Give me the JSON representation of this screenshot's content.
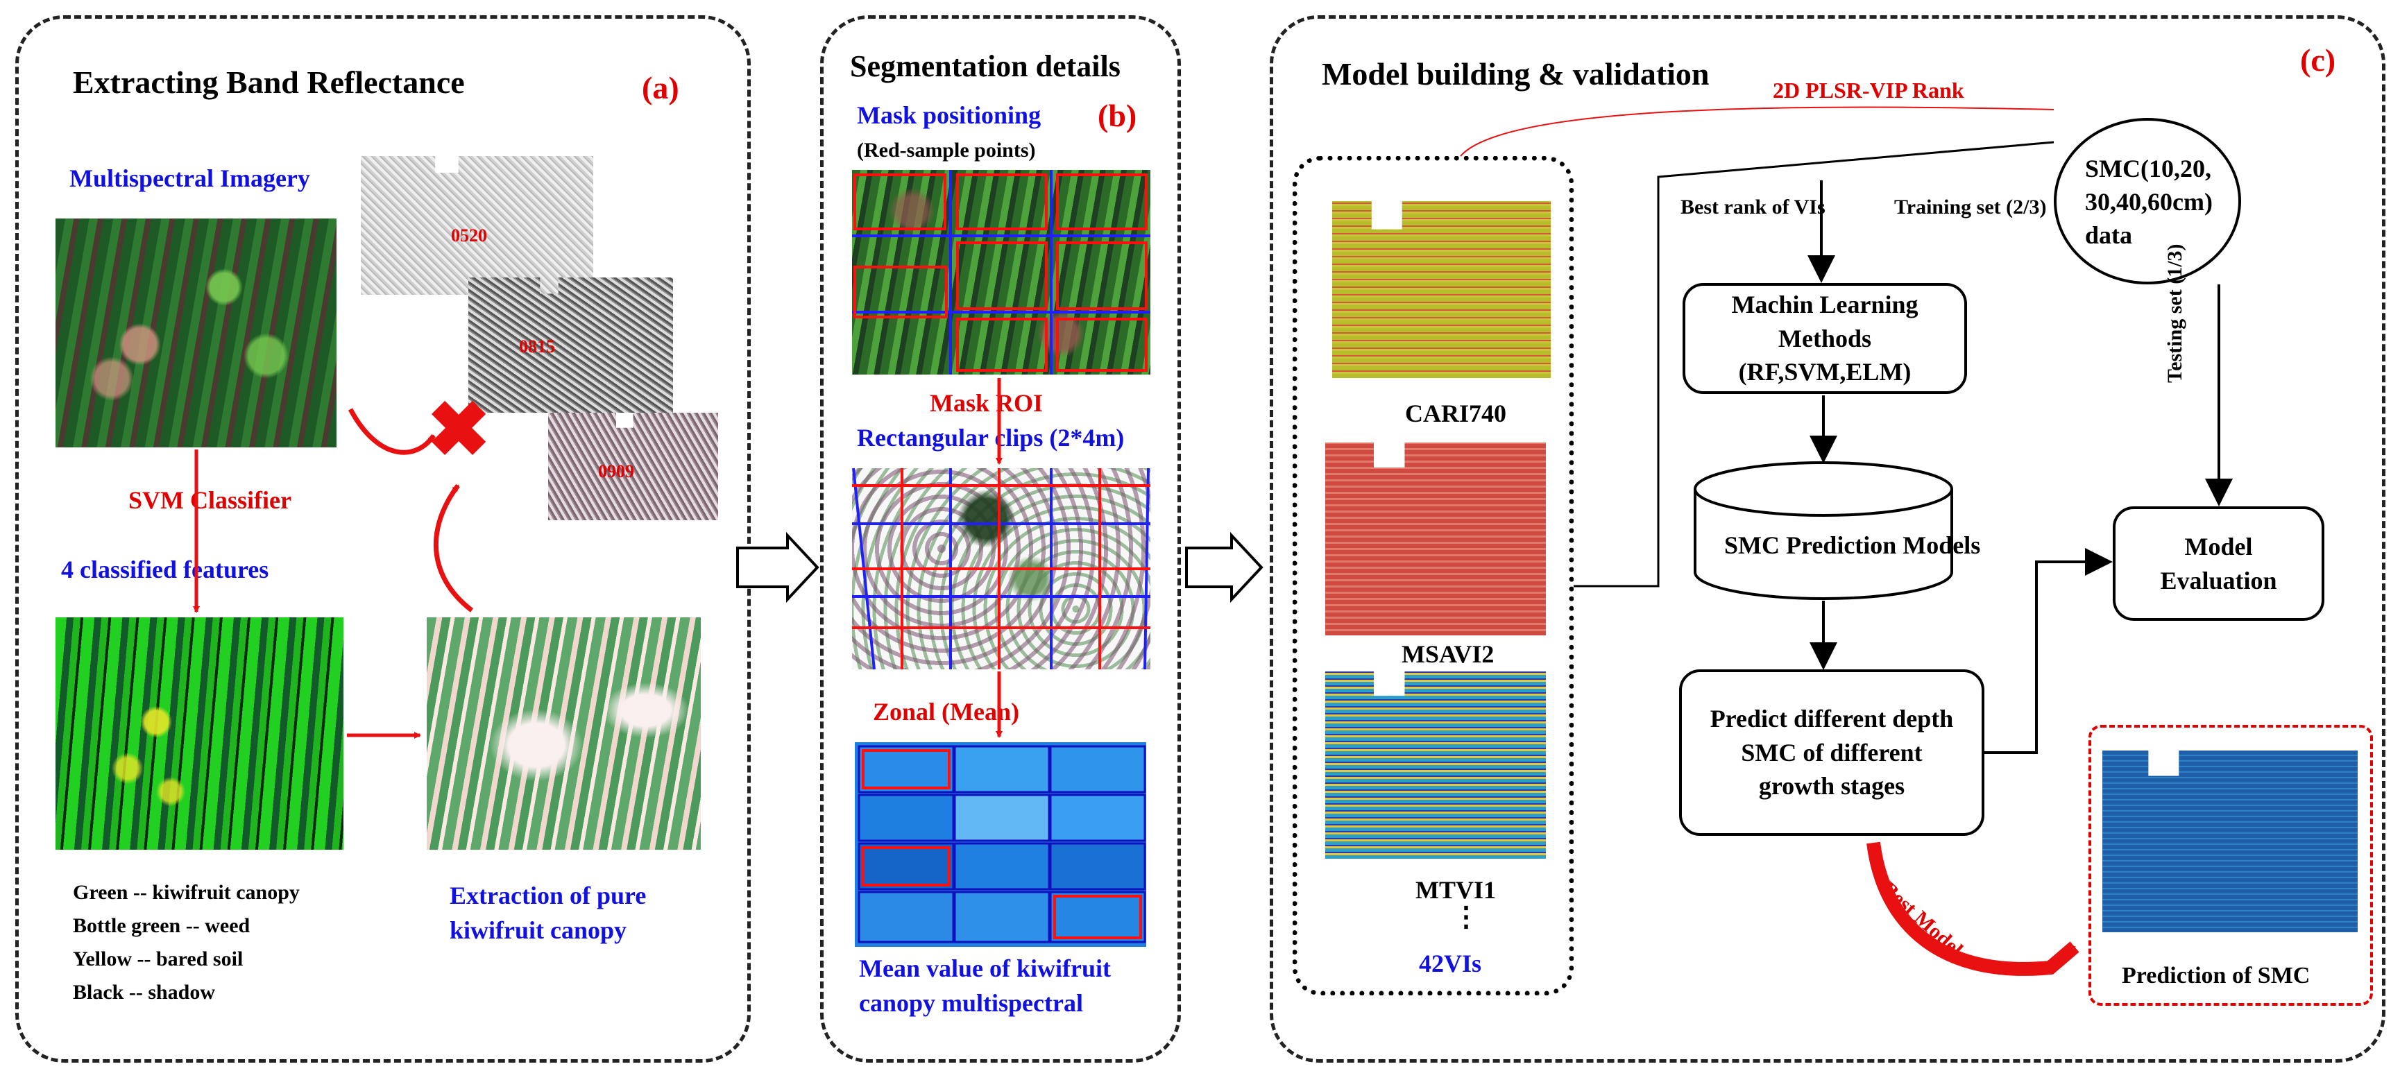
{
  "panel_a": {
    "title": "Extracting Band Reflectance",
    "label": "(a)",
    "multispectral_label": "Multispectral Imagery",
    "date_1": "0520",
    "date_2": "0815",
    "date_3": "0909",
    "classifier_label": "SVM  Classifier",
    "classified_label": "4 classified   features",
    "legend": [
      "Green -- kiwifruit canopy",
      "Bottle green  -- weed",
      "Yellow  -- bared soil",
      "Black -- shadow"
    ],
    "extraction_label_1": "Extraction of pure",
    "extraction_label_2": "kiwifruit canopy"
  },
  "panel_b": {
    "title": "Segmentation details",
    "label": "(b)",
    "mask_positioning": "Mask positioning",
    "sample_points": "(Red-sample points)",
    "mask_roi": "Mask  ROI",
    "rect_clips": "Rectangular clips (2*4m)",
    "zonal": "Zonal   (Mean)",
    "mean_value_1": "Mean value of  kiwifruit",
    "mean_value_2": "canopy multispectral"
  },
  "panel_c": {
    "title": "Model building  & validation",
    "label": "(c)",
    "plsr_label": "2D PLSR-VIP Rank",
    "vi_1": "CARI740",
    "vi_2": "MSAVI2",
    "vi_3": "MTVI1",
    "ellipsis": "⋮",
    "vi_count": "42VIs",
    "best_rank": "Best rank of VIs",
    "training_set": "Training set (2/3)",
    "testing_set": "Testing set (1/3)",
    "smc_data_1": "SMC(10,20,",
    "smc_data_2": "30,40,60cm)",
    "smc_data_3": "data",
    "ml_methods_1": "Machin Learning Methods",
    "ml_methods_2": "(RF,SVM,ELM)",
    "prediction_models": "SMC Prediction Models",
    "predict_1": "Predict different depth",
    "predict_2": "SMC of different",
    "predict_3": "growth stages",
    "model_eval_1": "Model",
    "model_eval_2": "Evaluation",
    "best_model": "Best Model",
    "prediction_smc": "Prediction of SMC"
  },
  "colors": {
    "label_blue": "#1010e0",
    "label_red": "#e00000",
    "arrow_red": "#e81010"
  }
}
